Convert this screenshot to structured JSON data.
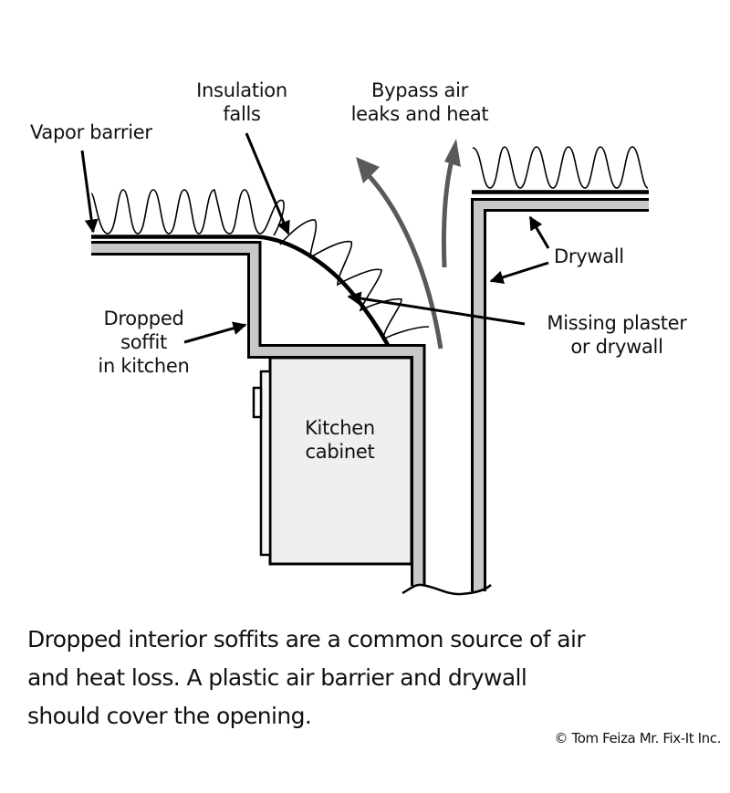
{
  "diagram": {
    "title": "Dropped soffit air bypass",
    "colors": {
      "line": "#000000",
      "drywall": "#c8c8c8",
      "cabinet_fill": "#efefef",
      "airflow_arrow": "#595959",
      "background": "#ffffff"
    },
    "labels": {
      "vapor_barrier": "Vapor barrier",
      "insulation_falls": [
        "Insulation",
        "falls"
      ],
      "bypass": [
        "Bypass air",
        "leaks and heat"
      ],
      "drywall": "Drywall",
      "dropped_soffit": [
        "Dropped",
        "soffit",
        "in kitchen"
      ],
      "missing_plaster": [
        "Missing plaster",
        "or drywall"
      ],
      "kitchen_cabinet": [
        "Kitchen",
        "cabinet"
      ]
    },
    "components": [
      "vapor-barrier",
      "fiberglass-insulation",
      "drywall-ceiling",
      "dropped-soffit",
      "kitchen-cabinet",
      "wall-cavity",
      "bypass-airflow-arrows"
    ]
  },
  "caption": {
    "lines": [
      "Dropped interior soffits are a common source of air",
      "and heat loss.  A plastic air barrier and drywall",
      "should cover the opening."
    ]
  },
  "credit": "© Tom Feiza Mr. Fix-It Inc."
}
